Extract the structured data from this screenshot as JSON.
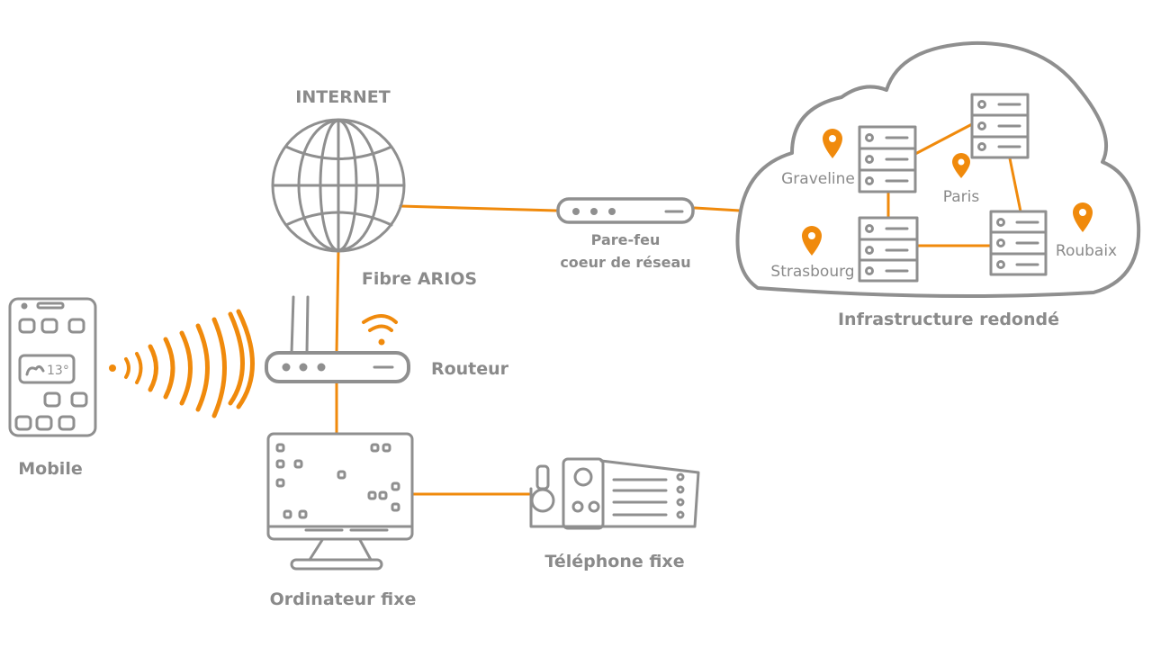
{
  "diagram": {
    "accent_color": "#f08a0c",
    "line_color": "#8f8f8f",
    "nodes": {
      "internet": {
        "label": "INTERNET",
        "icon": "globe-icon"
      },
      "fibre": {
        "label": "Fibre ARIOS"
      },
      "firewall": {
        "label_line1": "Pare-feu",
        "label_line2": "coeur de réseau",
        "icon": "firewall-box-icon"
      },
      "router": {
        "label": "Routeur",
        "icon": "router-icon"
      },
      "mobile": {
        "label": "Mobile",
        "icon": "smartphone-icon",
        "weather_text": "13°"
      },
      "computer": {
        "label": "Ordinateur fixe",
        "icon": "desktop-monitor-icon"
      },
      "phone": {
        "label": "Téléphone fixe",
        "icon": "desk-phone-icon"
      },
      "cloud": {
        "label": "Infrastructure redondé",
        "icon": "cloud-icon"
      }
    },
    "datacenters": [
      {
        "name": "Graveline"
      },
      {
        "name": "Paris"
      },
      {
        "name": "Strasbourg"
      },
      {
        "name": "Roubaix"
      }
    ],
    "connections": [
      [
        "internet",
        "firewall"
      ],
      [
        "firewall",
        "cloud"
      ],
      [
        "internet",
        "router"
      ],
      [
        "router",
        "computer"
      ],
      [
        "computer",
        "phone"
      ],
      [
        "router",
        "mobile"
      ]
    ]
  }
}
